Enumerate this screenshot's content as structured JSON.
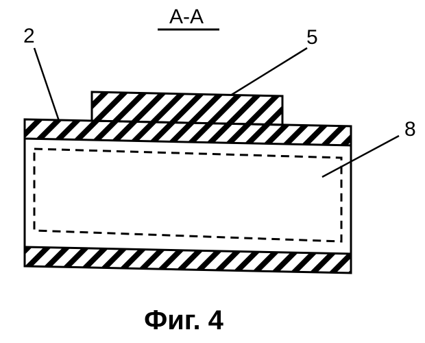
{
  "section_label": "A-A",
  "labels": {
    "part_2": "2",
    "part_5": "5",
    "part_8": "8"
  },
  "caption": "Фиг. 4",
  "colors": {
    "ink": "#000000",
    "background": "#ffffff"
  }
}
